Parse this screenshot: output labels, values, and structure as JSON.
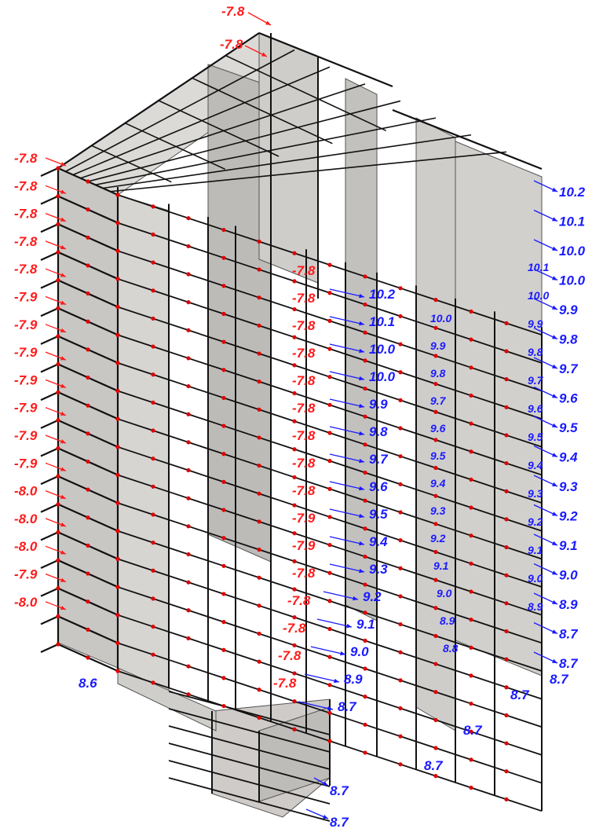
{
  "colors": {
    "negative_label": "#ff1a1a",
    "positive_label": "#1a1aff",
    "frame": "#111111",
    "node": "#e00000",
    "wall": "#c9c7c4"
  },
  "left_values": [
    "-7.8",
    "-7.8",
    "-7.8",
    "-7.8",
    "-7.8",
    "-7.9",
    "-7.9",
    "-7.9",
    "-7.9",
    "-7.9",
    "-7.9",
    "-7.9",
    "-8.0",
    "-8.0",
    "-8.0",
    "-7.9",
    "-8.0"
  ],
  "top_values": [
    "-7.8",
    "-7.8"
  ],
  "right_values": [
    "10.2",
    "10.1",
    "10.0",
    "10.0",
    "9.9",
    "9.8",
    "9.7",
    "9.6",
    "9.5",
    "9.4",
    "9.3",
    "9.2",
    "9.1",
    "9.0",
    "8.9",
    "8.7",
    "8.7"
  ],
  "right_inner_values": [
    "10.1",
    "10.0",
    "9.9",
    "9.8",
    "9.7",
    "9.6",
    "9.5",
    "9.4",
    "9.3",
    "9.2",
    "9.1",
    "9.0",
    "8.9"
  ],
  "center_red_values": [
    "-7.8",
    "-7.8",
    "-7.8",
    "-7.8",
    "-7.8",
    "-7.8",
    "-7.8",
    "-7.8",
    "-7.8",
    "-7.9",
    "-7.9",
    "-7.8",
    "-7.8",
    "-7.8",
    "-7.8",
    "-7.8"
  ],
  "center_blue_values": [
    "10.2",
    "10.1",
    "10.0",
    "10.0",
    "9.9",
    "9.8",
    "9.7",
    "9.6",
    "9.5",
    "9.4",
    "9.3",
    "9.2",
    "9.1",
    "9.0",
    "8.9",
    "8.7"
  ],
  "mid_blue_values": [
    "10.0",
    "9.9",
    "9.8",
    "9.7",
    "9.6",
    "9.5",
    "9.4",
    "9.3",
    "9.2",
    "9.1",
    "9.0",
    "8.9",
    "8.8"
  ],
  "bottom_values": [
    "8.7",
    "8.7",
    "8.7",
    "8.7",
    "8.7",
    "8.7",
    "8.6"
  ]
}
